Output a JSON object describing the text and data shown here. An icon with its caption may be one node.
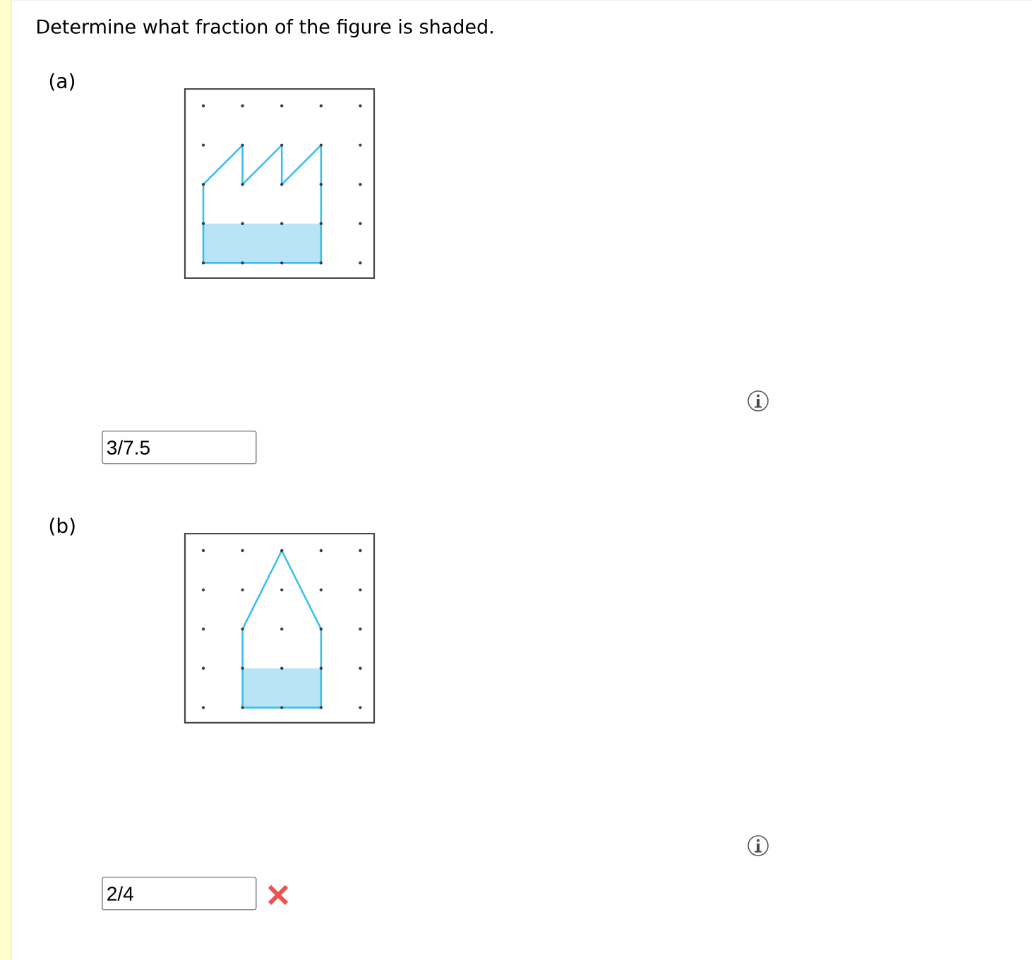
{
  "diagram": {
    "title": "Determine what fraction of the figure is shaded.",
    "labels": [
      "(a)",
      "3/7.5",
      "(b)",
      "2/4"
    ]
  }
}
